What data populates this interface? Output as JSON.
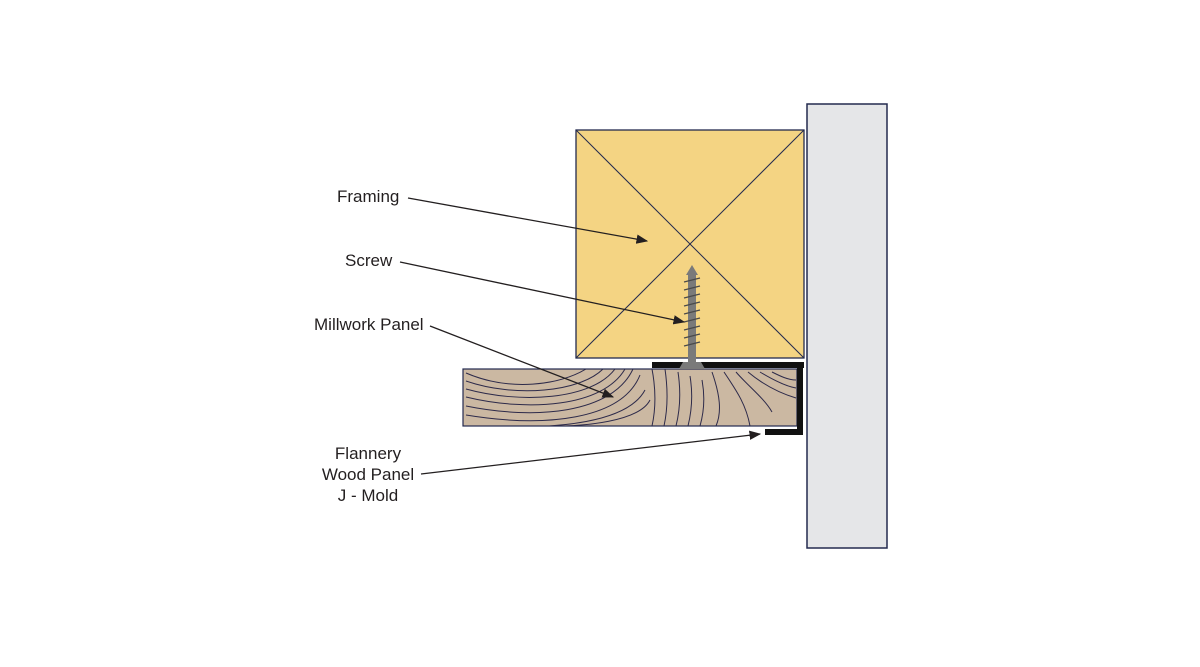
{
  "labels": {
    "framing": "Framing",
    "screw": "Screw",
    "millwork_panel": "Millwork Panel",
    "jmold": [
      "Flannery",
      "Wood Panel",
      "J - Mold"
    ]
  },
  "colors": {
    "framing_fill": "#f4d483",
    "wood_fill": "#cbb8a2",
    "wall_fill": "#e5e6e8",
    "outline": "#232a4f",
    "jmold": "#111111",
    "screw": "#7a7a7a",
    "text": "#231f20"
  }
}
